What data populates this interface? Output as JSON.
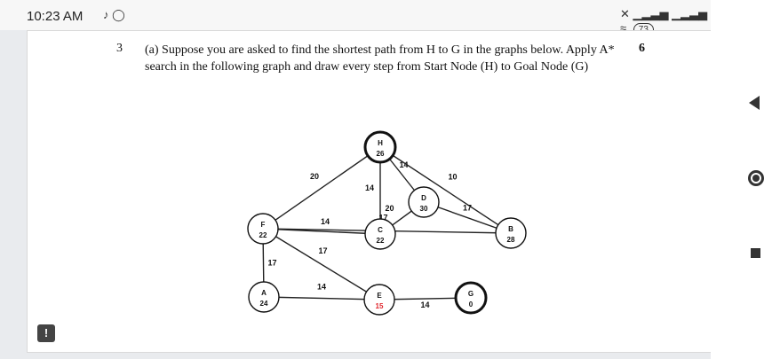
{
  "status_bar": {
    "time": "10:23 AM",
    "left_icons": [
      "tiktok-icon",
      "whatsapp-icon"
    ],
    "battery": "73"
  },
  "question": {
    "number": "3",
    "text": "(a) Suppose you are asked to find the shortest path from H to G in the graphs below. Apply A* search in the following graph and draw every step from Start Node (H) to Goal Node (G)",
    "marks": "6"
  },
  "graph": {
    "nodes": [
      {
        "id": "H",
        "heuristic": "26"
      },
      {
        "id": "F",
        "heuristic": "22"
      },
      {
        "id": "C",
        "heuristic": "22"
      },
      {
        "id": "D",
        "heuristic": "30"
      },
      {
        "id": "B",
        "heuristic": "28"
      },
      {
        "id": "A",
        "heuristic": "24"
      },
      {
        "id": "E",
        "heuristic": "15"
      },
      {
        "id": "G",
        "heuristic": "0"
      }
    ],
    "edges": [
      {
        "from": "H",
        "to": "F",
        "weight": "20"
      },
      {
        "from": "H",
        "to": "C",
        "weight": "14"
      },
      {
        "from": "H",
        "to": "D",
        "weight": "14"
      },
      {
        "from": "H",
        "to": "B",
        "weight": "10"
      },
      {
        "from": "C",
        "to": "D",
        "weight": "20"
      },
      {
        "from": "D",
        "to": "B",
        "weight": "17"
      },
      {
        "from": "F",
        "to": "C",
        "weight": "14"
      },
      {
        "from": "F",
        "to": "B",
        "weight": "17"
      },
      {
        "from": "F",
        "to": "E",
        "weight": "17"
      },
      {
        "from": "F",
        "to": "A",
        "weight": "17"
      },
      {
        "from": "A",
        "to": "E",
        "weight": "14"
      },
      {
        "from": "E",
        "to": "G",
        "weight": "14"
      }
    ]
  },
  "colors": {
    "heuristic_highlight": "#e0242b"
  }
}
